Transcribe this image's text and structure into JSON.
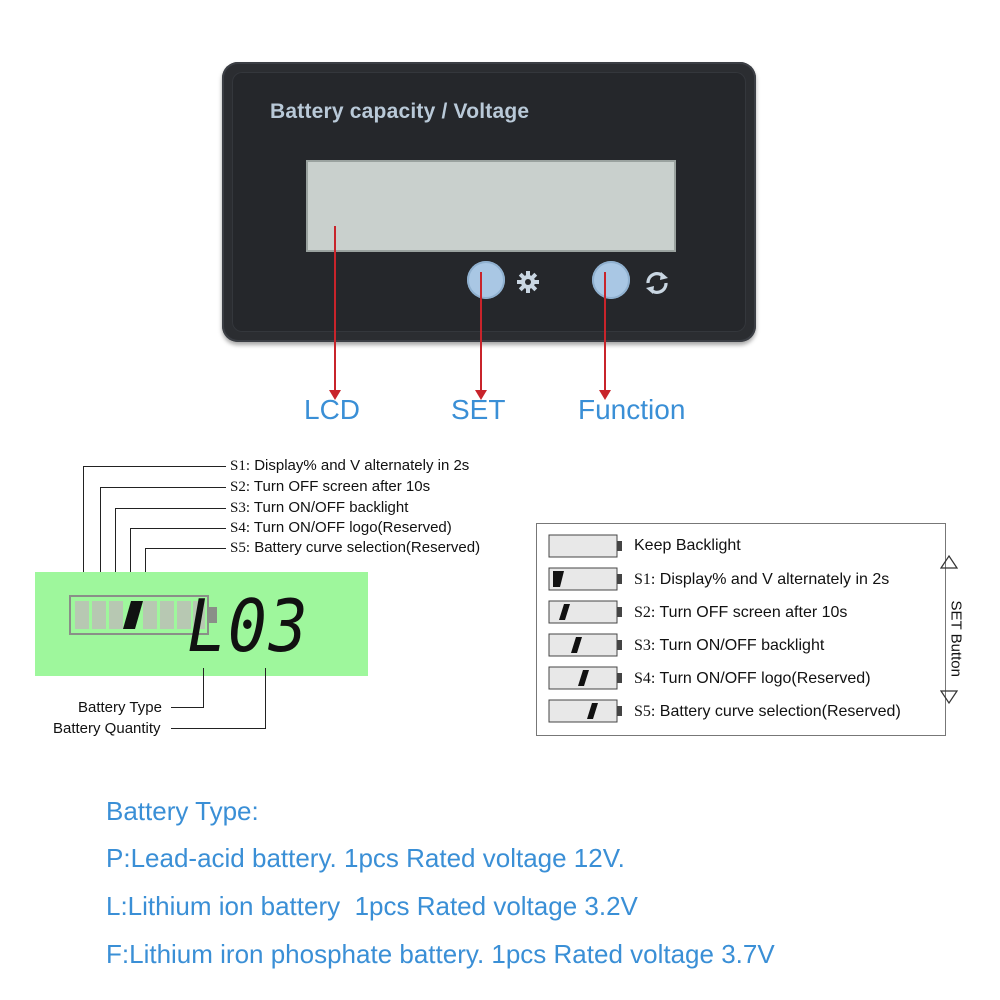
{
  "device": {
    "title": "Battery capacity / Voltage"
  },
  "callouts": {
    "lcd": "LCD",
    "set": "SET",
    "function": "Function"
  },
  "lcd_display": {
    "segment_text": "L03",
    "labels": {
      "battery_type": "Battery Type",
      "battery_quantity": "Battery Quantity"
    },
    "settings": [
      {
        "tag": "S1:",
        "text": "Display% and V alternately in 2s"
      },
      {
        "tag": "S2:",
        "text": "Turn OFF screen after 10s"
      },
      {
        "tag": "S3:",
        "text": "Turn ON/OFF backlight"
      },
      {
        "tag": "S4:",
        "text": "Turn ON/OFF logo(Reserved)"
      },
      {
        "tag": "S5:",
        "text": "Battery curve selection(Reserved)"
      }
    ]
  },
  "set_panel": {
    "side_label": "SET Button",
    "rows": [
      {
        "tag": "",
        "text": "Keep Backlight"
      },
      {
        "tag": "S1:",
        "text": "Display% and V alternately in 2s"
      },
      {
        "tag": "S2:",
        "text": "Turn OFF screen after 10s"
      },
      {
        "tag": "S3:",
        "text": "Turn ON/OFF backlight"
      },
      {
        "tag": "S4:",
        "text": "Turn ON/OFF logo(Reserved)"
      },
      {
        "tag": "S5:",
        "text": "Battery curve selection(Reserved)"
      }
    ]
  },
  "battery_types": {
    "heading": "Battery Type:",
    "items": [
      "P:Lead-acid battery. 1pcs Rated voltage 12V.",
      "L:Lithium ion battery  1pcs Rated voltage 3.2V",
      "F:Lithium iron phosphate battery. 1pcs Rated voltage 3.7V"
    ]
  },
  "colors": {
    "accent_blue": "#3a8fd6",
    "lcd_green": "#9ef79c",
    "device_body": "#2b2d31",
    "arrow_red": "#c8242b"
  },
  "icons": [
    "gear-icon",
    "refresh-icon",
    "triangle-up-icon",
    "triangle-down-icon"
  ]
}
